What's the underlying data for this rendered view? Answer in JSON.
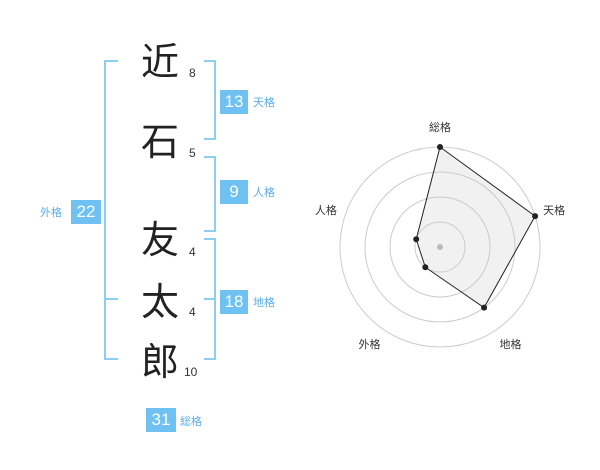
{
  "name_chars": [
    {
      "char": "近",
      "strokes": "8"
    },
    {
      "char": "石",
      "strokes": "5"
    },
    {
      "char": "友",
      "strokes": "4"
    },
    {
      "char": "太",
      "strokes": "4"
    },
    {
      "char": "郎",
      "strokes": "10"
    }
  ],
  "fortunes": {
    "tenkaku": {
      "value": "13",
      "label": "天格"
    },
    "jinkaku": {
      "value": "9",
      "label": "人格"
    },
    "chikaku": {
      "value": "18",
      "label": "地格"
    },
    "gaikaku": {
      "value": "22",
      "label": "外格"
    },
    "soukaku": {
      "value": "31",
      "label": "総格"
    }
  },
  "radar": {
    "axes": [
      "総格",
      "天格",
      "地格",
      "外格",
      "人格"
    ],
    "levels": 4,
    "values": [
      4,
      4,
      3,
      1,
      1
    ],
    "max": 4
  }
}
